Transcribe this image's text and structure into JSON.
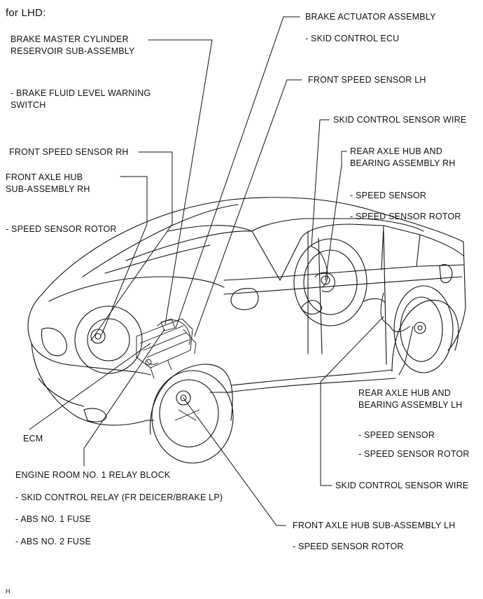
{
  "header": {
    "title": "for LHD:"
  },
  "labels": {
    "brake_master_cylinder": "BRAKE MASTER CYLINDER\nRESERVOIR SUB-ASSEMBLY",
    "brake_fluid_switch": "- BRAKE FLUID LEVEL WARNING\nSWITCH",
    "front_speed_sensor_rh": "FRONT SPEED SENSOR RH",
    "front_axle_hub_rh": "FRONT AXLE HUB\nSUB-ASSEMBLY RH",
    "speed_sensor_rotor_rh": "- SPEED SENSOR ROTOR",
    "brake_actuator": "BRAKE ACTUATOR ASSEMBLY",
    "skid_control_ecu": "- SKID CONTROL ECU",
    "front_speed_sensor_lh": "FRONT SPEED SENSOR LH",
    "skid_sensor_wire_top": "SKID CONTROL SENSOR WIRE",
    "rear_axle_hub_rh": "REAR AXLE HUB AND\nBEARING ASSEMBLY RH",
    "speed_sensor_rear_rh": "- SPEED SENSOR",
    "speed_sensor_rotor_rear_rh": "- SPEED SENSOR ROTOR",
    "rear_axle_hub_lh": "REAR AXLE HUB AND\nBEARING ASSEMBLY LH",
    "speed_sensor_rear_lh": "- SPEED SENSOR",
    "speed_sensor_rotor_rear_lh": "- SPEED SENSOR ROTOR",
    "skid_sensor_wire_bottom": "SKID CONTROL SENSOR WIRE",
    "ecm": "ECM",
    "engine_room_relay": "ENGINE ROOM NO. 1 RELAY BLOCK",
    "skid_control_relay": "- SKID CONTROL RELAY (FR DEICER/BRAKE LP)",
    "abs_fuse_1": "- ABS NO. 1 FUSE",
    "abs_fuse_2": "- ABS NO. 2 FUSE",
    "front_axle_hub_lh": "FRONT AXLE HUB SUB-ASSEMBLY LH",
    "speed_sensor_rotor_lh": "- SPEED SENSOR ROTOR",
    "footer_code": "H"
  }
}
